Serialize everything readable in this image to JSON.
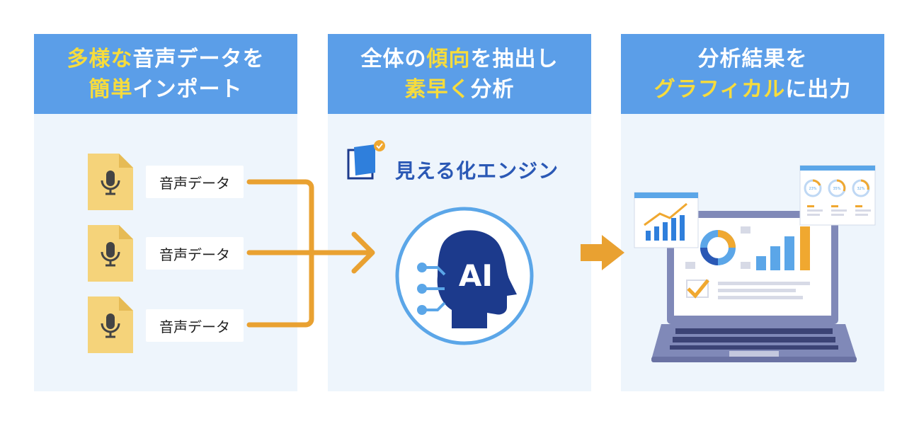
{
  "panels": [
    {
      "line1_hl": "多様な",
      "line1": "音声データを",
      "line2_hl": "簡単",
      "line2": "インポート"
    },
    {
      "line1a": "全体の",
      "line1_hl": "傾向",
      "line1b": "を抽出し",
      "line2_hl": "素早く",
      "line2": "分析"
    },
    {
      "line1": "分析結果を",
      "line2_hl": "グラフィカル",
      "line2": "に出力"
    }
  ],
  "inputs": [
    "音声データ",
    "音声データ",
    "音声データ"
  ],
  "brand": "見える化エンジン",
  "ai_label": "AI",
  "donut_pcts": [
    "23%",
    "35%",
    "32%"
  ],
  "colors": {
    "header": "#5b9ee8",
    "highlight": "#f7dc3c",
    "orange": "#e9a131",
    "navy": "#1c3a8c",
    "panel_bg": "#eef5fc"
  }
}
